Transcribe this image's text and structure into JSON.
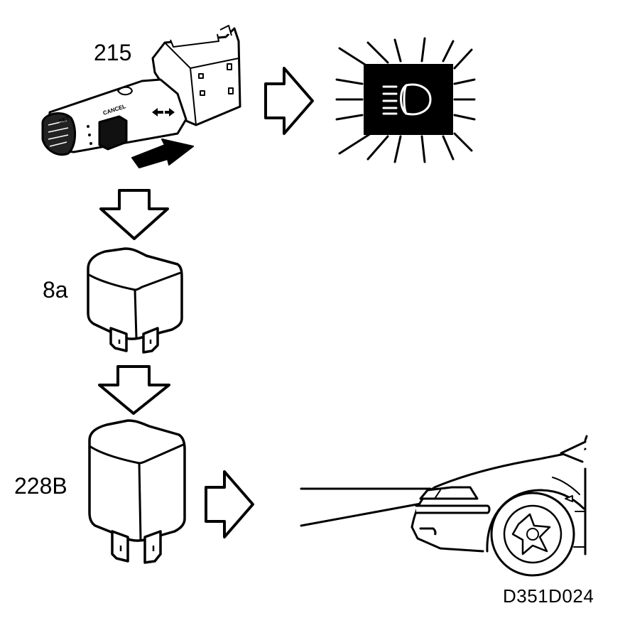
{
  "diagram": {
    "labels": {
      "stalk_switch": "215",
      "relay_8a": "8a",
      "relay_228b": "228B",
      "figure_code": "D351D024"
    },
    "stalk_text": {
      "cancel": "CANCEL",
      "set": "SET"
    },
    "icons": [
      "stalk-switch-icon",
      "arrow-right-icon",
      "high-beam-indicator-icon",
      "arrow-down-icon",
      "relay-icon",
      "car-front-icon",
      "headlight-beam-icon"
    ]
  }
}
